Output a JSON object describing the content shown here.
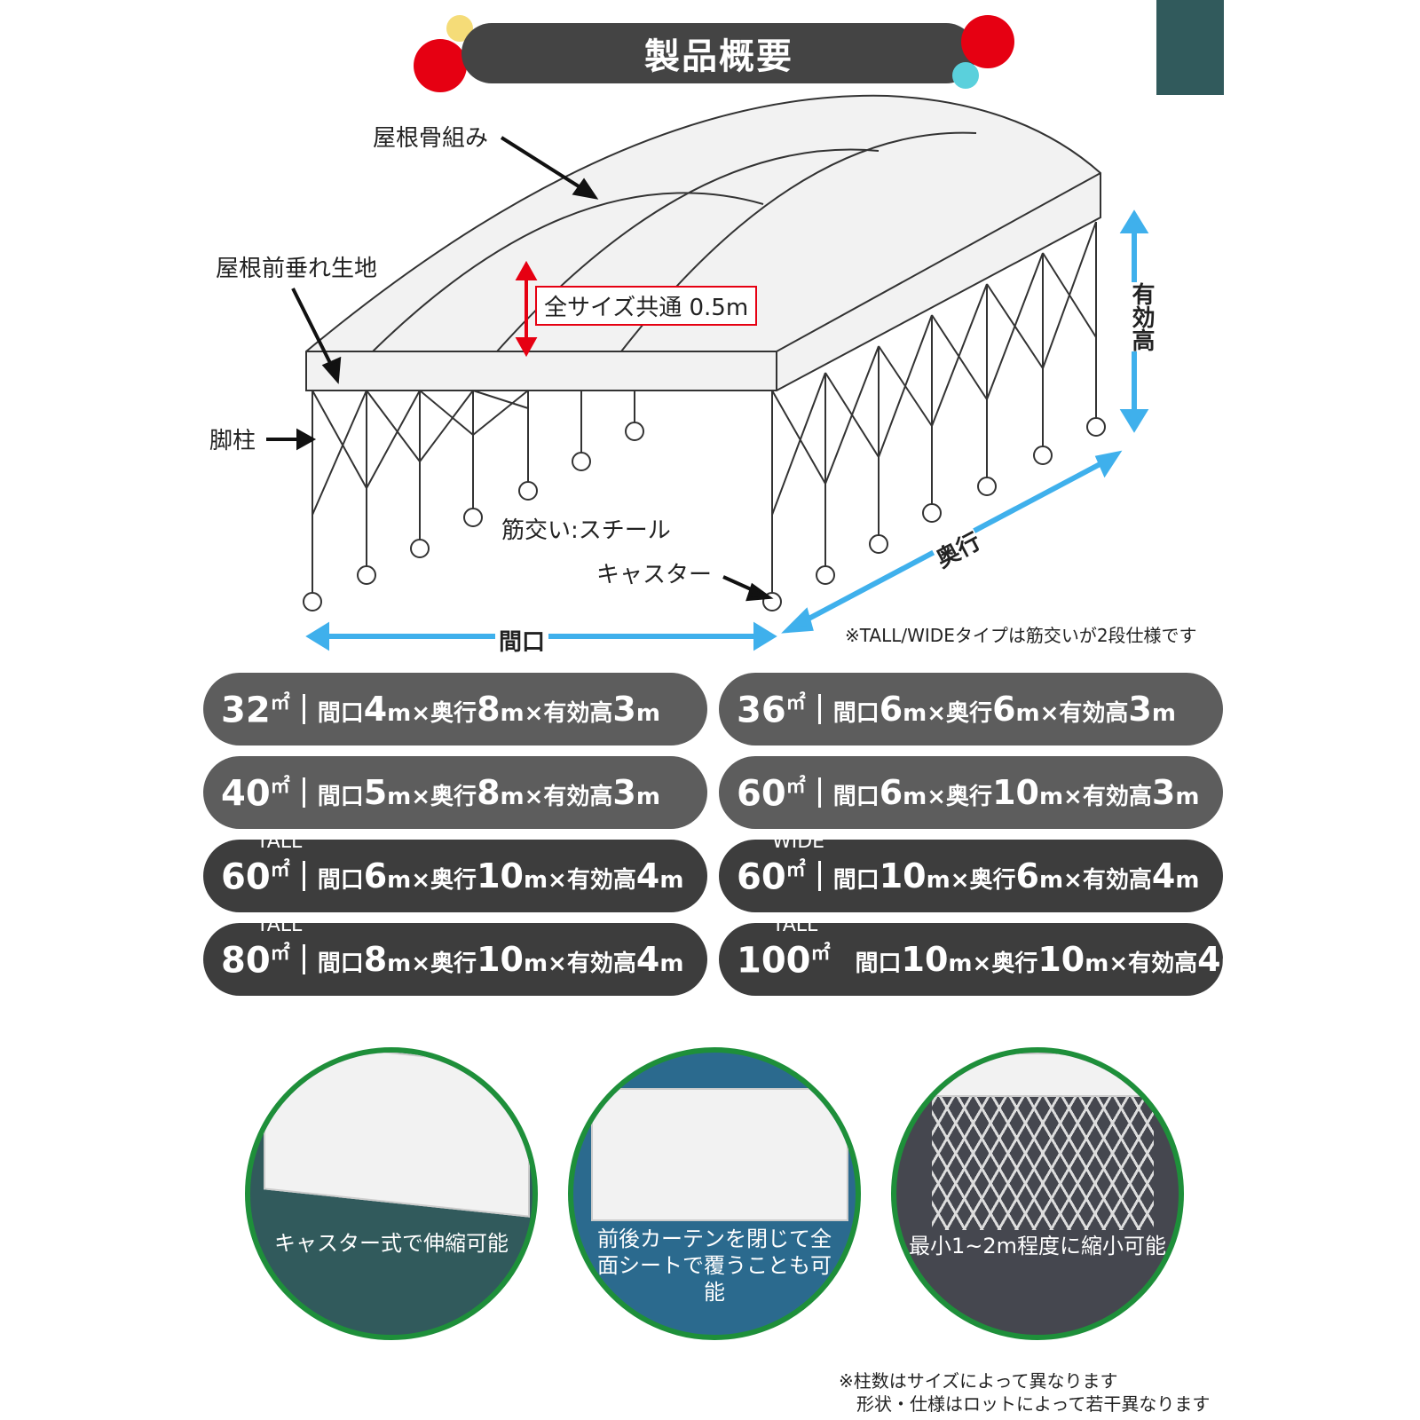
{
  "title": "製品概要",
  "diagram": {
    "roof_frame": "屋根骨組み",
    "roof_valance": "屋根前垂れ生地",
    "common_size": "全サイズ共通 0.5m",
    "leg": "脚柱",
    "brace": "筋交い:スチール",
    "caster": "キャスター",
    "height": "有効高",
    "depth": "奥行",
    "width": "間口",
    "note": "※TALL/WIDEタイプは筋交いが2段仕様です"
  },
  "sizes": [
    {
      "area": "32",
      "unit": "㎡",
      "type": "",
      "w": "4",
      "d": "8",
      "h": "3",
      "style": "light"
    },
    {
      "area": "36",
      "unit": "㎡",
      "type": "",
      "w": "6",
      "d": "6",
      "h": "3",
      "style": "light"
    },
    {
      "area": "40",
      "unit": "㎡",
      "type": "",
      "w": "5",
      "d": "8",
      "h": "3",
      "style": "light"
    },
    {
      "area": "60",
      "unit": "㎡",
      "type": "",
      "w": "6",
      "d": "10",
      "h": "3",
      "style": "light"
    },
    {
      "area": "60",
      "unit": "㎡",
      "type": "TALL",
      "w": "6",
      "d": "10",
      "h": "4",
      "style": "dark"
    },
    {
      "area": "60",
      "unit": "㎡",
      "type": "WIDE",
      "w": "10",
      "d": "6",
      "h": "4",
      "style": "dark"
    },
    {
      "area": "80",
      "unit": "㎡",
      "type": "TALL",
      "w": "8",
      "d": "10",
      "h": "4",
      "style": "dark"
    },
    {
      "area": "100",
      "unit": "㎡",
      "type": "TALL",
      "w": "10",
      "d": "10",
      "h": "4",
      "style": "dark"
    }
  ],
  "size_labels": {
    "w": "間口",
    "d": "奥行",
    "h": "有効高",
    "m": "m",
    "x": "×"
  },
  "features": [
    {
      "caption": "キャスター式で伸縮可能",
      "color": "#315a5c"
    },
    {
      "caption": "前後カーテンを閉じて全面シートで覆うことも可能",
      "color": "#2b6a8e"
    },
    {
      "caption": "最小1~2m程度に縮小可能",
      "color": "#45474f"
    }
  ],
  "footer": [
    "※柱数はサイズによって異なります",
    "形状・仕様はロットによって若干異なります"
  ]
}
